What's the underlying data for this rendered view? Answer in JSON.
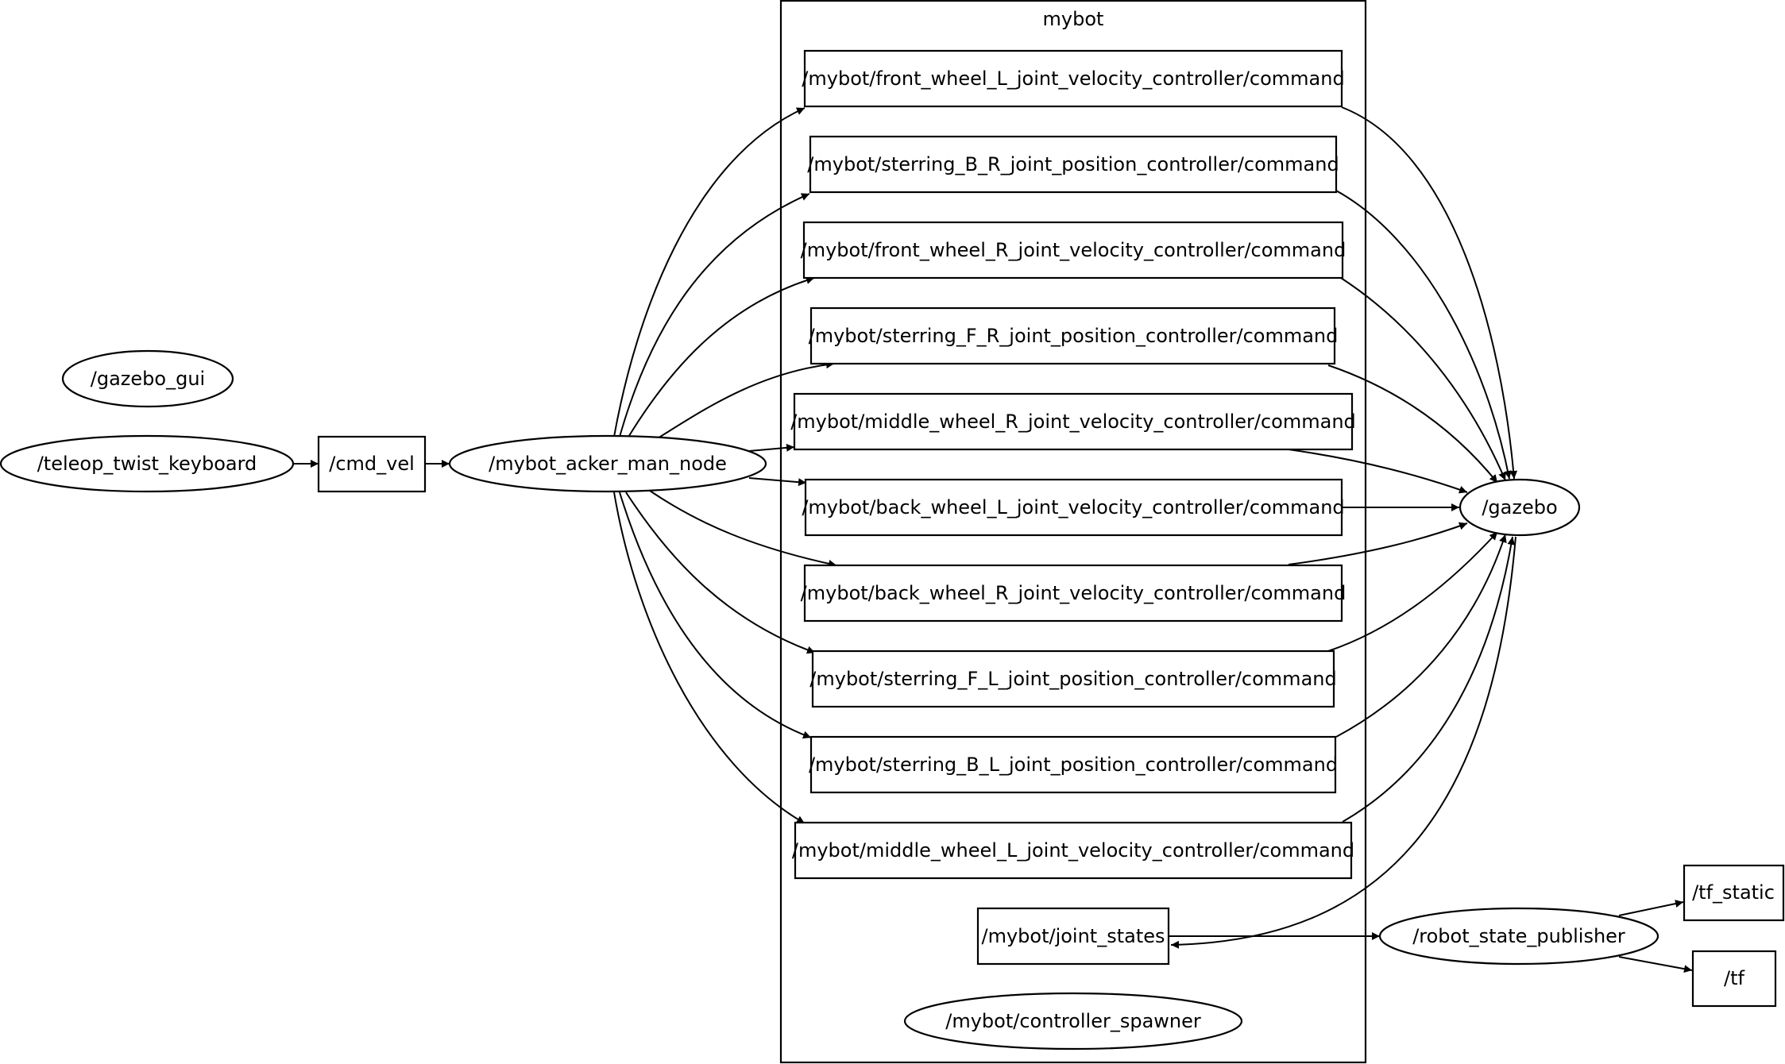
{
  "cluster": {
    "label": "mybot"
  },
  "nodes": {
    "gazebo_gui": "/gazebo_gui",
    "teleop": "/teleop_twist_keyboard",
    "cmd_vel": "/cmd_vel",
    "acker": "/mybot_acker_man_node",
    "gazebo": "/gazebo",
    "rsp": "/robot_state_publisher",
    "tf_static": "/tf_static",
    "tf": "/tf",
    "joint_states": "/mybot/joint_states",
    "spawner": "/mybot/controller_spawner",
    "topic_fwl": "/mybot/front_wheel_L_joint_velocity_controller/command",
    "topic_sbr": "/mybot/sterring_B_R_joint_position_controller/command",
    "topic_fwr": "/mybot/front_wheel_R_joint_velocity_controller/command",
    "topic_sfr": "/mybot/sterring_F_R_joint_position_controller/command",
    "topic_mwr": "/mybot/middle_wheel_R_joint_velocity_controller/command",
    "topic_bwl": "/mybot/back_wheel_L_joint_velocity_controller/command",
    "topic_bwr": "/mybot/back_wheel_R_joint_velocity_controller/command",
    "topic_sfl": "/mybot/sterring_F_L_joint_position_controller/command",
    "topic_sbl": "/mybot/sterring_B_L_joint_position_controller/command",
    "topic_mwl": "/mybot/middle_wheel_L_joint_velocity_controller/command"
  }
}
